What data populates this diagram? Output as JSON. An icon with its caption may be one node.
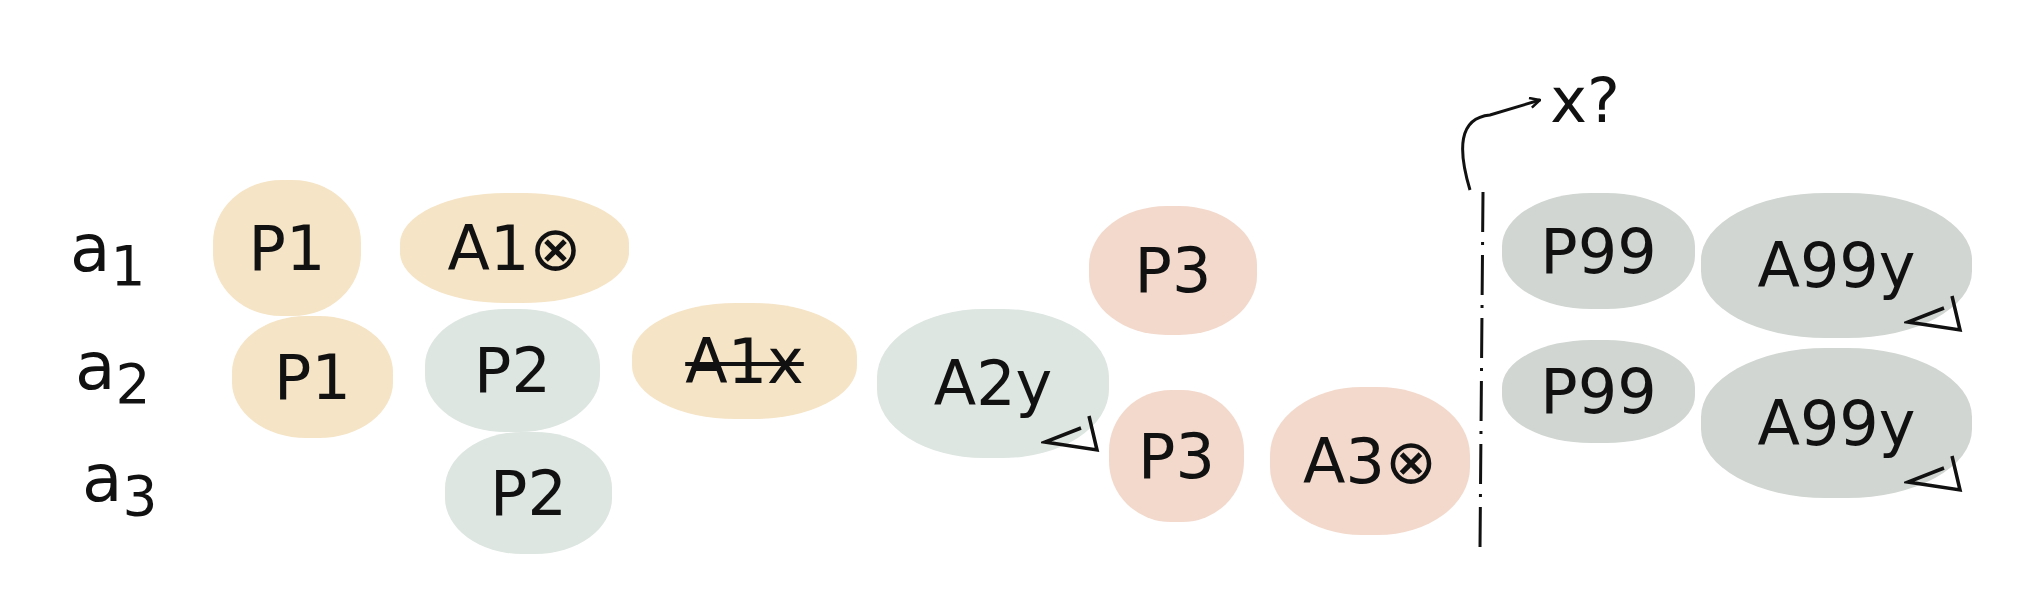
{
  "diagram": {
    "nodes": [
      {
        "text": [
          "P1"
        ]
      },
      {
        "text": [
          "A1⊗"
        ]
      },
      {
        "text": [
          "P1"
        ]
      },
      {
        "text": [
          "P2"
        ]
      },
      {
        "text": [
          "P2"
        ]
      },
      {
        "text": [
          "A1x"
        ]
      },
      {
        "text": [
          "A2y"
        ]
      },
      {
        "text": [
          "P3"
        ]
      },
      {
        "text": [
          "P3"
        ]
      },
      {
        "text": [
          "A3⊗"
        ]
      },
      {
        "text": [
          "P99"
        ]
      },
      {
        "text": [
          "A99y"
        ]
      },
      {
        "text": [
          "P99"
        ]
      },
      {
        "text": [
          "A99y"
        ]
      },
      {
        "text": [
          "x?"
        ]
      }
    ],
    "edges": [
      {
        "from": null,
        "to": 14,
        "arrow": "to"
      }
    ],
    "labels": [
      "a$_{1}$",
      "a$_{2}$",
      "a$_{3}$"
    ]
  }
}
